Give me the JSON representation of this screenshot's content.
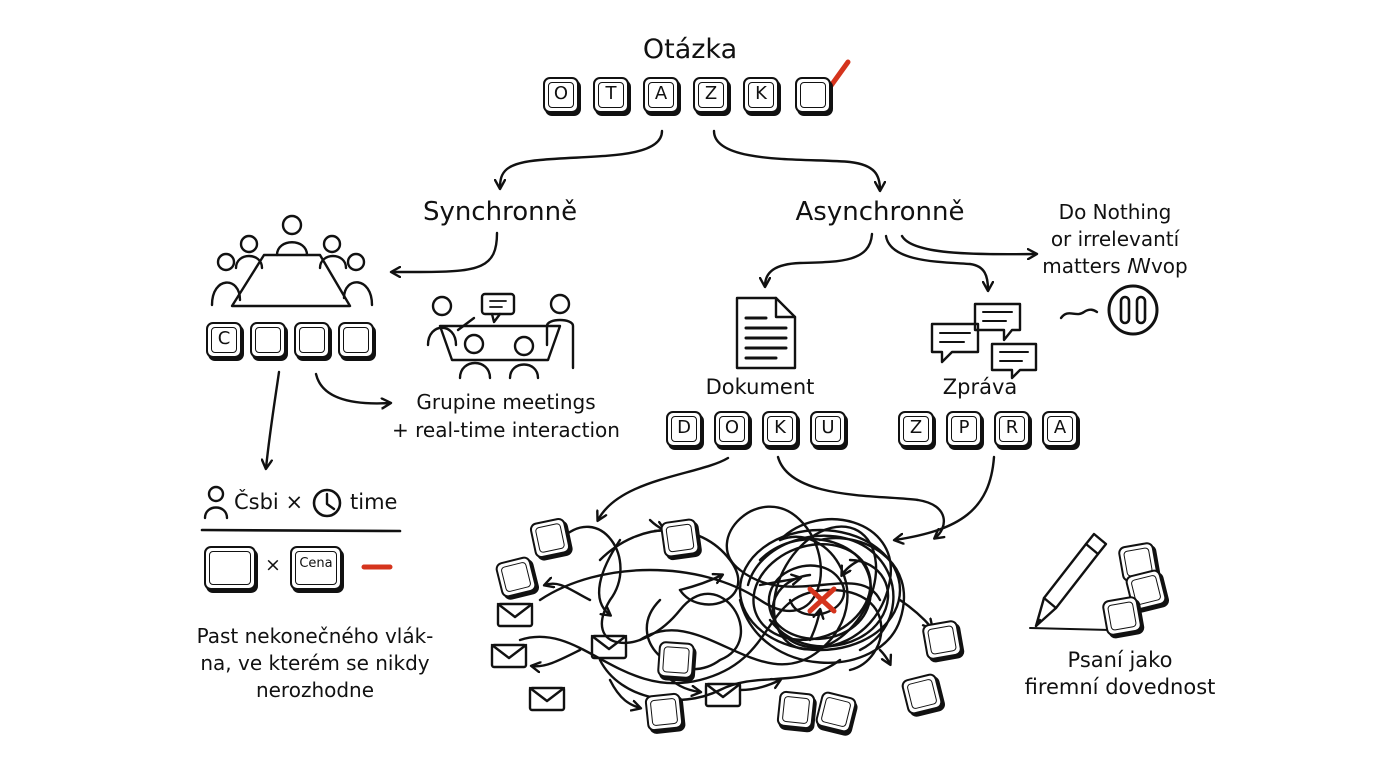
{
  "root": {
    "title": "Otázka",
    "keys": [
      "O",
      "T",
      "A",
      "Z",
      "K"
    ]
  },
  "sync": {
    "label": "Synchronně",
    "meeting_keys": [
      "C",
      "",
      "",
      ""
    ],
    "meetings_caption_line1": "Grupine meetings",
    "meetings_caption_line2": "+ real-time interaction",
    "formula_top_text": "Čsbi ×",
    "formula_time_text": "time",
    "formula_bottom_multiply": "×",
    "formula_cena_key": "Cena",
    "thread_caption_line1": "Past nekonečného vlák-",
    "thread_caption_line2": "na, ve kterém se nikdy",
    "thread_caption_line3": "nerozhodne"
  },
  "async": {
    "label": "Asynchronně",
    "dokument_label": "Dokument",
    "dokument_keys": [
      "D",
      "O",
      "K",
      "U"
    ],
    "zprava_label": "Zpráva",
    "zprava_keys": [
      "Z",
      "P",
      "R",
      "A"
    ],
    "nothing_line1": "Do Nothing",
    "nothing_line2": "or irrelevantí",
    "nothing_line3": "matters ꟿvop",
    "writing_caption_line1": "Psaní jako",
    "writing_caption_line2": "firemní dovednost"
  },
  "colors": {
    "ink": "#111111",
    "accent_red": "#d5341d"
  }
}
